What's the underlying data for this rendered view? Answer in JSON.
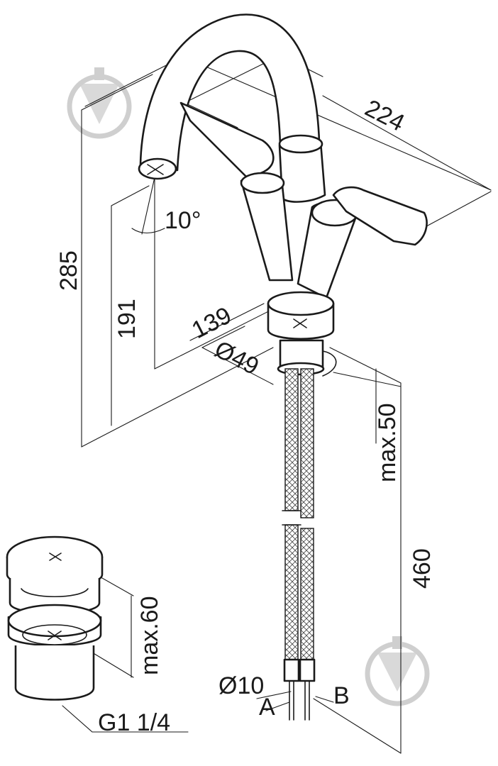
{
  "dimensions": {
    "total_height": "285",
    "spout_height": "191",
    "spout_reach": "139",
    "depth": "224",
    "spout_angle": "10°",
    "base_diameter": "Ø49",
    "max_deck_thickness": "max.50",
    "hose_length": "460",
    "hose_diameter": "Ø10",
    "drain_max_height": "max.60",
    "drain_thread": "G1 1/4"
  },
  "labels": {
    "hose_a": "A",
    "hose_b": "B"
  },
  "colors": {
    "line": "#1a1a1a",
    "watermark": "#cfcfcf"
  }
}
